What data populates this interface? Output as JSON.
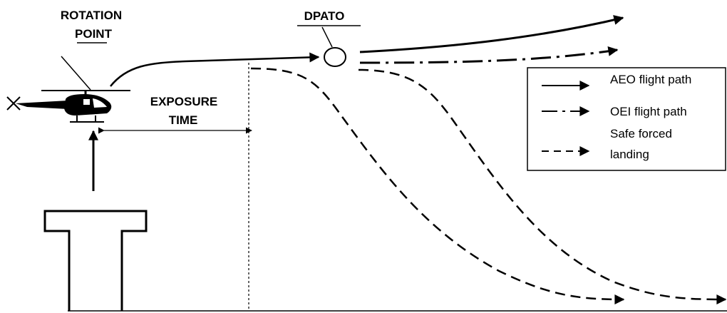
{
  "labels": {
    "rotation_point_line1": "ROTATION",
    "rotation_point_line2": "POINT",
    "exposure_time_line1": "EXPOSURE",
    "exposure_time_line2": "TIME",
    "dpato": "DPATO"
  },
  "legend": {
    "aeo": "AEO flight path",
    "oei": "OEI flight path",
    "safe_line1": "Safe forced",
    "safe_line2": "landing"
  },
  "colors": {
    "ink": "#000000",
    "background": "#ffffff"
  }
}
